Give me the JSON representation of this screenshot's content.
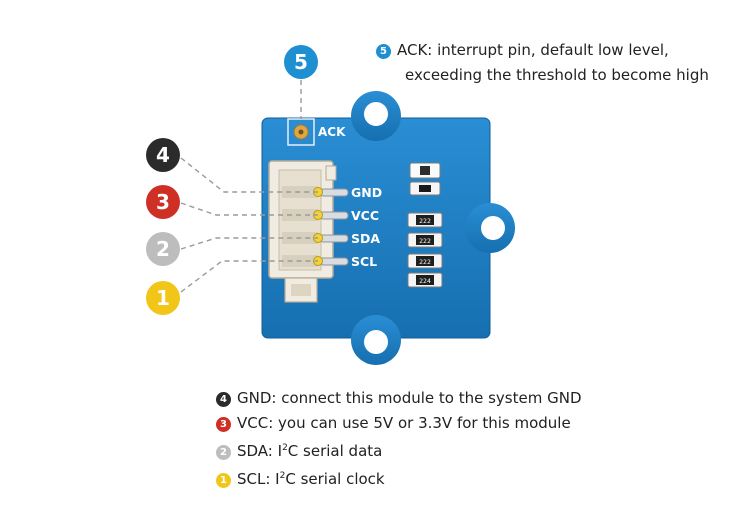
{
  "badges": [
    {
      "number": "5",
      "color": "#1e8fd0"
    },
    {
      "number": "4",
      "color": "#2b2b2b"
    },
    {
      "number": "3",
      "color": "#cf3026"
    },
    {
      "number": "2",
      "color": "#bdbdbd"
    },
    {
      "number": "1",
      "color": "#f2c618"
    }
  ],
  "board": {
    "pcb_color": "#1c7cc0",
    "ack_label": "ACK",
    "pin_labels": [
      "GND",
      "VCC",
      "SDA",
      "SCL"
    ],
    "resistor_codes": [
      "222",
      "222",
      "222",
      "224"
    ]
  },
  "ack_note": {
    "line1": "ACK:  interrupt pin, default low level,",
    "line2": "exceeding the threshold to become high"
  },
  "legend": [
    {
      "badge": "4",
      "text": "GND: connect this module to the system GND"
    },
    {
      "badge": "3",
      "text": "VCC: you can use 5V or 3.3V for this module"
    },
    {
      "badge": "2",
      "prefix": "SDA: I",
      "sup": "2",
      "suffix": "C serial data"
    },
    {
      "badge": "1",
      "prefix": "SCL: I",
      "sup": "2",
      "suffix": "C serial clock"
    }
  ]
}
